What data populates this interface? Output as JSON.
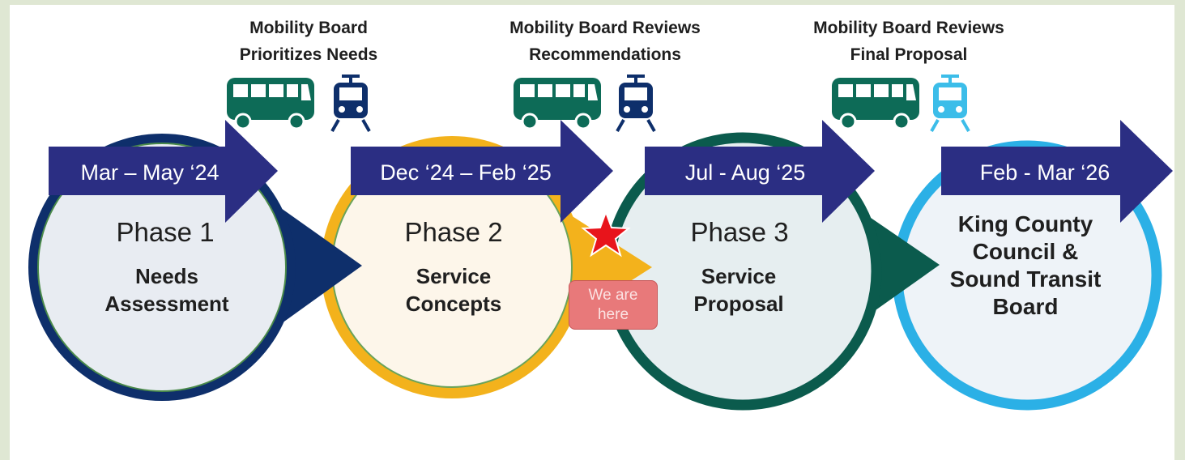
{
  "colors": {
    "phase1_ring": "#0e2f6b",
    "phase1_fill": "#e8ecf2",
    "phase2_ring": "#f3b21c",
    "phase2_fill": "#fdf6ea",
    "phase3_ring": "#0b5b4d",
    "phase3_fill": "#e6eef0",
    "final_ring": "#2bb0e6",
    "final_fill": "#eef3f8",
    "arrow_fill": "#2b2e83",
    "bus_green": "#0d6b57",
    "rail_navy": "#0e2f6b",
    "rail_blue": "#3cbde9",
    "star": "#e8141b",
    "badge": "#e8797a"
  },
  "timeline": {
    "arrows": [
      {
        "date": "Mar – May ‘24"
      },
      {
        "date": "Dec ‘24 – Feb ‘25"
      },
      {
        "date": "Jul - Aug ‘25"
      },
      {
        "date": "Feb - Mar ‘26"
      }
    ]
  },
  "board_reviews": [
    {
      "label": "Mobility Board\nPrioritizes Needs",
      "bus_icon": "bus-icon",
      "rail_icon": "light-rail-icon"
    },
    {
      "label": "Mobility Board Reviews\nRecommendations",
      "bus_icon": "bus-icon",
      "rail_icon": "light-rail-icon"
    },
    {
      "label": "Mobility Board Reviews\nFinal Proposal",
      "bus_icon": "bus-icon",
      "rail_icon": "light-rail-icon"
    }
  ],
  "phases": [
    {
      "title": "Phase 1",
      "name": "Needs\nAssessment"
    },
    {
      "title": "Phase 2",
      "name": "Service\nConcepts"
    },
    {
      "title": "Phase 3",
      "name": "Service\nProposal"
    }
  ],
  "final_step": {
    "name": "King County\nCouncil &\nSound Transit\nBoard"
  },
  "marker": {
    "icon": "star-icon",
    "label": "We are\nhere"
  }
}
